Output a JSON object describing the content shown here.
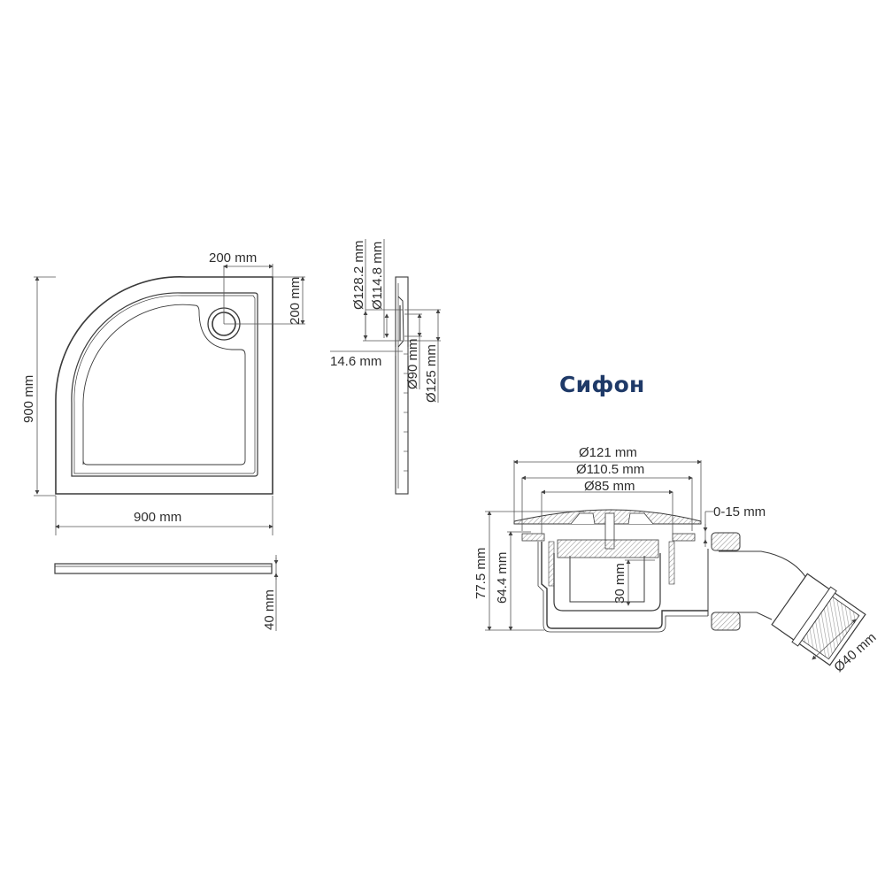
{
  "colors": {
    "title": "#1f3a68",
    "line": "#3a3a3a",
    "dim": "#555555",
    "hatch": "#9a9a9a"
  },
  "tray_top_view": {
    "width_label": "900 mm",
    "depth_label": "900 mm",
    "drain_offset_x_label": "200 mm",
    "drain_offset_y_label": "200 mm"
  },
  "tray_front_view": {
    "height_label": "40 mm"
  },
  "tray_side_section": {
    "outer_drain_dia_label": "Ø128.2 mm",
    "inner_drain_dia_label": "Ø114.8 mm",
    "thickness_label": "14.6 mm",
    "hole_dia_label": "Ø90 mm",
    "hole_outer_dia_label": "Ø125 mm"
  },
  "siphon": {
    "title": "Сифон",
    "cover_dia_label": "Ø121 mm",
    "flange_dia_label": "Ø110.5 mm",
    "body_dia_label": "Ø85 mm",
    "adjust_label": "0-15 mm",
    "total_height_label": "77.5 mm",
    "body_height_label": "64.4 mm",
    "water_seal_label": "30 mm",
    "outlet_dia_label": "Ø40 mm"
  }
}
